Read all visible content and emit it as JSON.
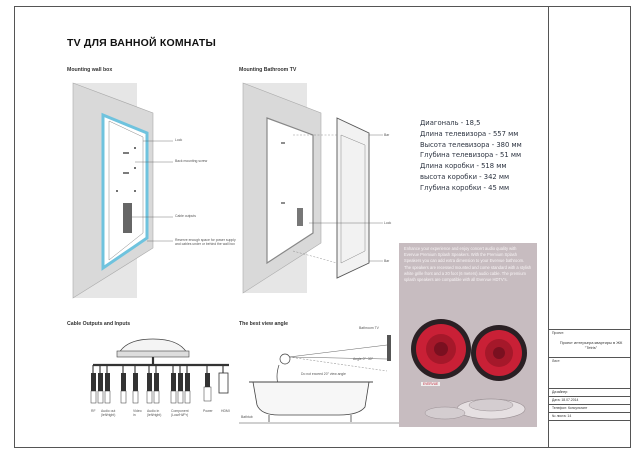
{
  "page": {
    "title": "TV ДЛЯ ВАННОЙ КОМНАТЫ"
  },
  "panels": {
    "mounting_wall_box": {
      "label": "Mounting wall box",
      "callouts": [
        "Lock",
        "Back mounting screw",
        "Cable outputs",
        "Reserve enough space for power supply and cables under or behind the wall box"
      ]
    },
    "mounting_bathroom_tv": {
      "label": "Mounting Bathroom TV",
      "callouts": [
        "Bar",
        "Lock",
        "Bar"
      ]
    },
    "cable_outputs": {
      "label": "Cable Outputs and Inputs",
      "connectors": [
        "RF",
        "Audio out (left/right)",
        "Video in",
        "Audio in (left/right)",
        "Component (Low/Hi/Pr)",
        "Power",
        "HDMI"
      ]
    },
    "best_view_angle": {
      "label": "The best view angle",
      "callouts": [
        "Bathroom TV",
        "Angle 0°~30°",
        "Do not exceed 20° view angle",
        "Bathtub"
      ]
    }
  },
  "specs": [
    "Диагональ - 18,5",
    "Длина телевизора - 557 мм",
    "Высота телевизора - 380 мм",
    "Глубина телевизора - 51 мм",
    "Длина коробки - 518 мм",
    "высота коробки - 342 мм",
    "Глубина коробки - 45 мм"
  ],
  "brochure": {
    "text": "Enhance your experience and enjoy concert audio quality with Evervue Premium Splash Speakers. With the Premium Splash Speakers you can add extra dimension to your Evervue bathroom. The speakers are recessed mounted and come standard with a stylish white grille front and a 20 foot (6 meters) audio cable. The premium splash speakers are compatible with all Evervue HDTV's.",
    "badge": "EVERVUE"
  },
  "stamp": {
    "project_label": "Проект:",
    "project_name": "Проект интерьера квартиры в ЖК \"Tetris\"",
    "sheet_label": "Лист:",
    "designer_label": "Дизайнер:",
    "date_label": "Дата: 18.07.2014",
    "contact_label": "Телефон: Консультант",
    "page_label": "№ листа: 14"
  },
  "colors": {
    "accent_blue": "#7ec8e3",
    "speaker_red": "#c92036",
    "line": "#444444"
  }
}
